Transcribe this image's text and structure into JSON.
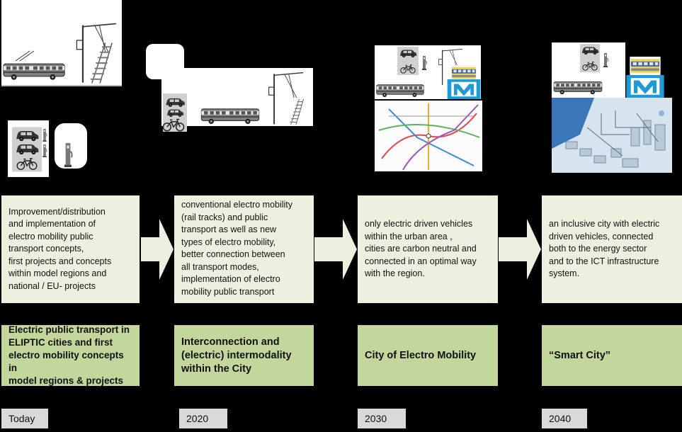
{
  "stages": [
    {
      "description": "Improvement/distribution\nand implementation of\nelectro mobility public\ntransport concepts,\nfirst projects and concepts\nwithin model regions and\nnational / EU- projects",
      "title": "Electric public transport in\nELIPTIC cities and first\nelectro mobility concepts in\nmodel regions & projects",
      "year": "Today"
    },
    {
      "description": "conventional electro mobility\n(rail tracks) and public\ntransport as well as new\ntypes of electro mobility,\nbetter connection between\nall transport modes,\nimplementation of electro\nmobility public transport",
      "title": "Interconnection and\n(electric) intermodality\nwithin the City",
      "year": "2020"
    },
    {
      "description": "only electric driven vehicles\nwithin the urban area ,\ncities are carbon neutral and\nconnected in an optimal way\nwith the region.",
      "title": "City of Electro Mobility",
      "year": "2030"
    },
    {
      "description": "an inclusive city with electric\ndriven vehicles, connected\nboth to the energy sector\nand to the ICT infrastructure\nsystem.",
      "title": "“Smart City”",
      "year": "2040"
    }
  ],
  "colors": {
    "background": "#000000",
    "description_box": "#ebf1de",
    "title_box": "#c3d69b",
    "year_box": "#d9d9d9",
    "arrow": "#ebf1de",
    "metro_logo": "#1e9bd7"
  },
  "icons": [
    "trolleybus-icon",
    "rail-track-icon",
    "overhead-pole-icon",
    "car-icon",
    "bicycle-icon",
    "charging-station-icon",
    "tram-icon",
    "metro-logo-icon",
    "metro-map-image",
    "smart-grid-image"
  ]
}
